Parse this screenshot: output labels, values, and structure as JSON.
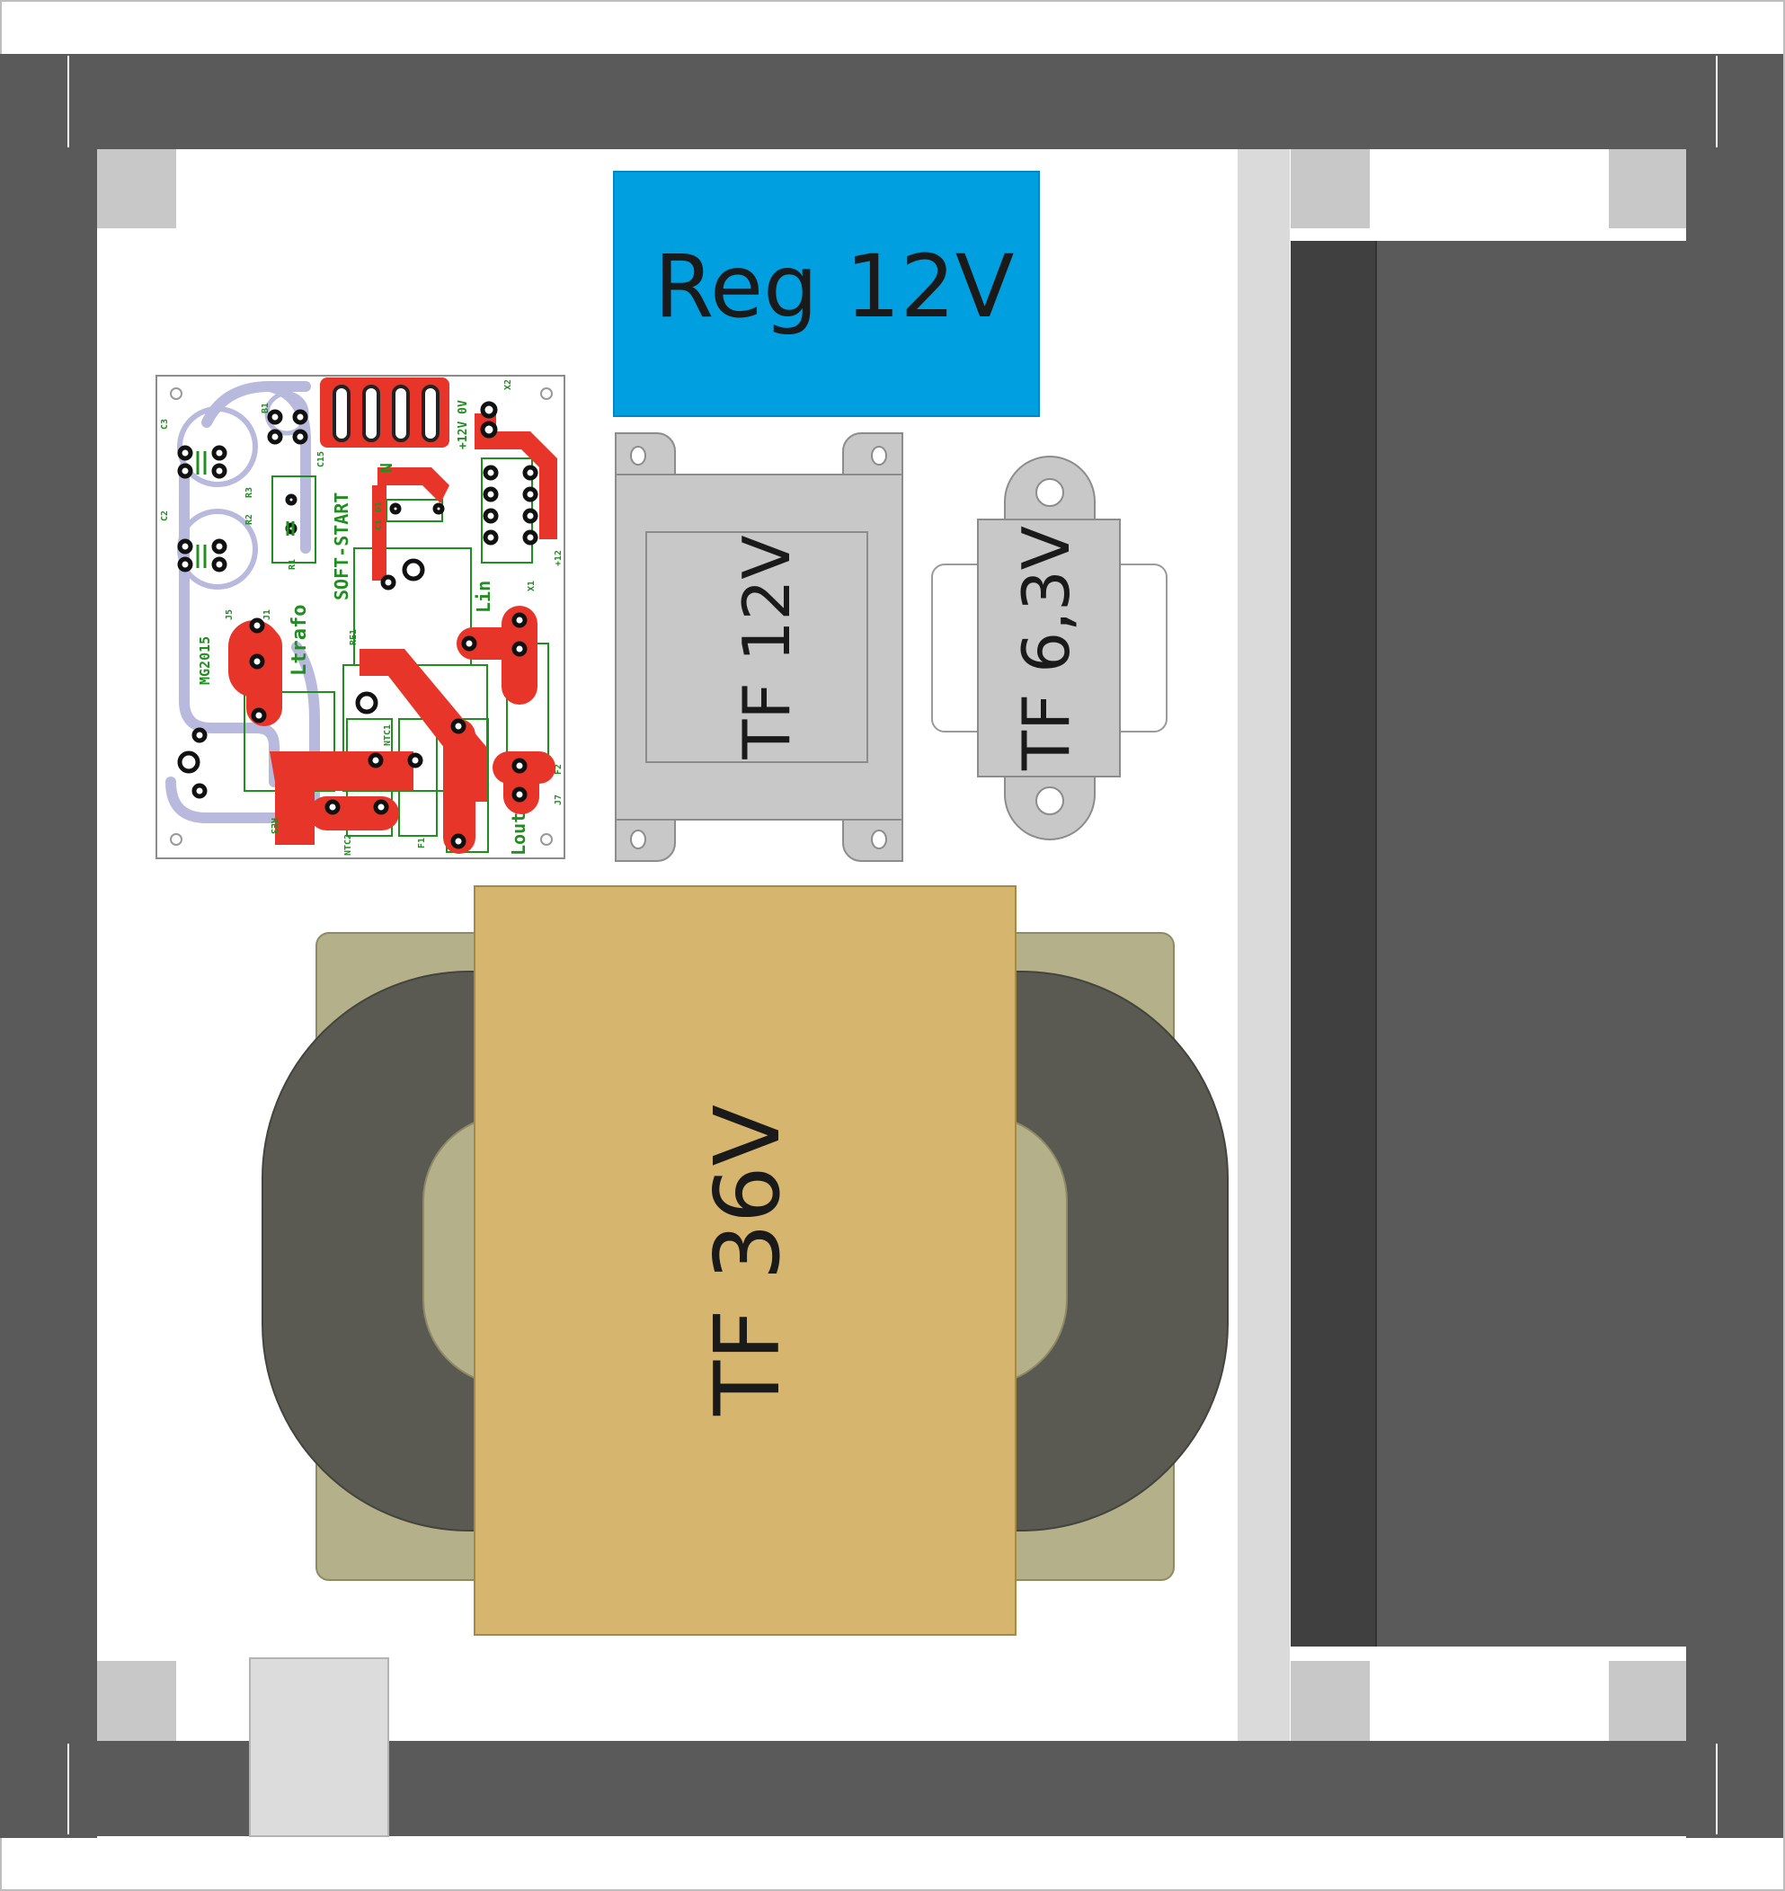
{
  "labels": {
    "regulator": "Reg 12V",
    "tf12": "TF 12V",
    "tf63": "TF 6,3V",
    "tf36": "TF 36V"
  },
  "pcb": {
    "title": "SOFT-START",
    "ltrafo": "Ltrafo",
    "mg": "MG2015",
    "lin": "Lin",
    "lout": "Lout",
    "n": "N",
    "power": "+12V 0V",
    "c3": "C3",
    "c2": "C2",
    "b1": "B1",
    "c15": "C15",
    "r3": "R3",
    "r2": "R2",
    "r1": "R1",
    "j5": "J5",
    "j1": "J1",
    "re1": "RE1",
    "ntc1": "NTC1",
    "ntc2": "NTC2",
    "re3": "RE3",
    "f1": "F1",
    "f2": "F2",
    "j7": "J7",
    "x1": "X1",
    "x2": "X2",
    "plus12": "+12",
    "d1": "D1",
    "c1": "C1"
  },
  "colors": {
    "chassis": "#5a5a5a",
    "heatsink_dark": "#404040",
    "regulator": "#00a0e0",
    "small_tf": "#c8c8c8",
    "core": "#b4b08a",
    "winding": "#5a5a52",
    "big_tf_top": "#d6b56e",
    "pcb_trace": "#e8352a",
    "pcb_ground": "#b9b9dd"
  }
}
